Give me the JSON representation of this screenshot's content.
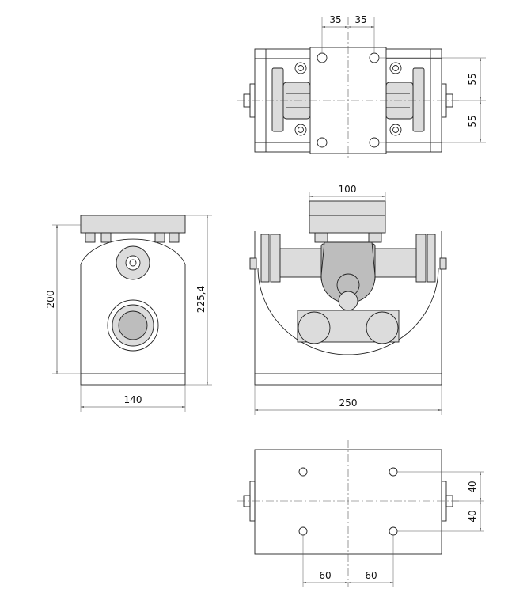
{
  "views": {
    "top": {
      "dim_left_spacing": "35",
      "dim_right_spacing": "35",
      "dim_upper_offset": "55",
      "dim_lower_offset": "55"
    },
    "side": {
      "dim_inner_height": "200",
      "dim_total_height": "225,4",
      "dim_width": "140"
    },
    "front": {
      "dim_plate_width": "100",
      "dim_overall_width": "250"
    },
    "bottom": {
      "dim_upper_offset": "40",
      "dim_lower_offset": "40",
      "dim_left_spacing": "60",
      "dim_right_spacing": "60"
    }
  }
}
